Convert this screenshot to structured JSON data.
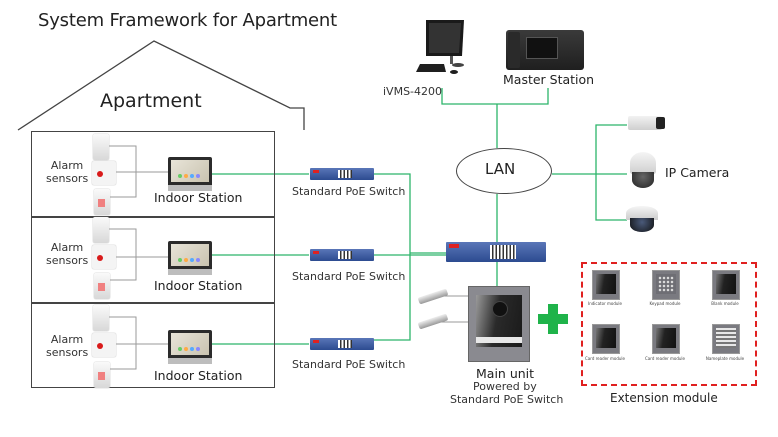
{
  "title": "System Framework for Apartment",
  "apartment": {
    "label": "Apartment",
    "floors": [
      {
        "sensors_label_line1": "Alarm",
        "sensors_label_line2": "sensors",
        "sensors": [
          "pir-detector",
          "emergency-button",
          "exit-button"
        ],
        "indoor_station_label": "Indoor Station",
        "switch_label": "Standard PoE Switch"
      },
      {
        "sensors_label_line1": "Alarm",
        "sensors_label_line2": "sensors",
        "sensors": [
          "pir-detector",
          "emergency-button",
          "exit-button"
        ],
        "indoor_station_label": "Indoor Station",
        "switch_label": "Standard PoE Switch"
      },
      {
        "sensors_label_line1": "Alarm",
        "sensors_label_line2": "sensors",
        "sensors": [
          "pir-detector",
          "emergency-button",
          "exit-button"
        ],
        "indoor_station_label": "Indoor Station",
        "switch_label": "Standard PoE Switch"
      }
    ]
  },
  "network": {
    "ivms_label": "iVMS-4200",
    "master_station_label": "Master Station",
    "lan_label": "LAN",
    "ip_camera_label": "IP Camera",
    "cameras": [
      "box-camera",
      "ptz-dome-camera",
      "dome-camera"
    ]
  },
  "main_unit": {
    "label_line1": "Main unit",
    "label_line2": "Powered by",
    "label_line3": "Standard PoE Switch",
    "locks": [
      "electric-lock",
      "electric-lock"
    ]
  },
  "extension": {
    "label": "Extension module",
    "modules": [
      {
        "type": "indicator",
        "label": "Indicator module"
      },
      {
        "type": "keypad",
        "label": "Keypad module"
      },
      {
        "type": "blank",
        "label": "Blank module"
      },
      {
        "type": "card",
        "label": "Card reader module"
      },
      {
        "type": "card",
        "label": "Card reader module"
      },
      {
        "type": "name",
        "label": "Nameplate module"
      }
    ]
  },
  "colors": {
    "connection_line": "#2cb56a",
    "internal_line": "#9a9a9a",
    "plus": "#1fb34a",
    "extension_border": "#e02020"
  }
}
